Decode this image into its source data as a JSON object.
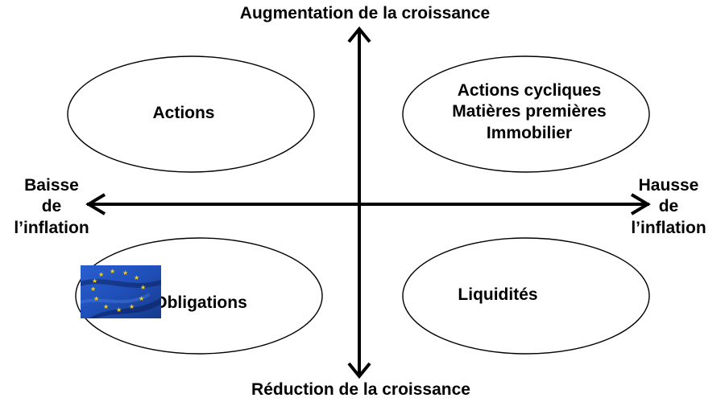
{
  "axes": {
    "top": "Augmentation de la croissance",
    "bottom": "Réduction de la croissance",
    "left": [
      "Baisse",
      "de",
      "l’inflation"
    ],
    "right": [
      "Hausse",
      "de",
      "l’inflation"
    ]
  },
  "quadrants": {
    "top_left": [
      "Actions"
    ],
    "top_right": [
      "Actions cycliques",
      "Matières premières",
      "Immobilier"
    ],
    "bottom_left": [
      "Obligations"
    ],
    "bottom_right": [
      "Liquidités"
    ]
  },
  "colors": {
    "stroke": "#000000",
    "flag_blue": "#1f4fb8",
    "flag_star": "#f3d21b"
  },
  "overlay_icon": "eu-flag-icon"
}
